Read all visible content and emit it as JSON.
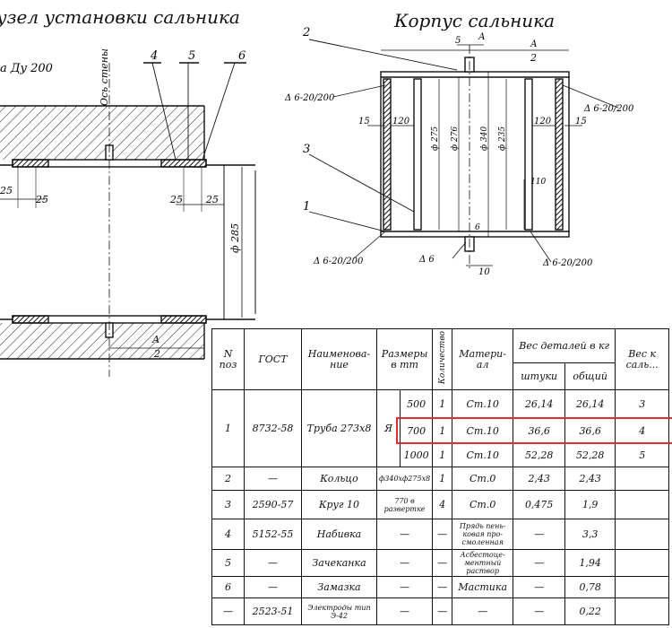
{
  "titles": {
    "left": "узел установки сальника",
    "right": "Корпус сальника"
  },
  "left_view": {
    "pipe_label": "а Ду 200",
    "axis_label": "Ось стены",
    "callouts": [
      "4",
      "5",
      "6"
    ],
    "dims": [
      "25",
      "25",
      "25",
      "25",
      "2",
      "ф 285"
    ],
    "section_label": "А"
  },
  "right_view": {
    "callouts": [
      "2",
      "3",
      "1"
    ],
    "dims_top": [
      "5",
      "А",
      "А",
      "2"
    ],
    "dims_side": [
      "15",
      "120",
      "120",
      "15"
    ],
    "diameters": [
      "ф 275",
      "ф 276",
      "ф 340",
      "ф 235"
    ],
    "dim_inner": "110",
    "dim_bottom": "10",
    "dim_bottom_left": "6",
    "welds": [
      "Δ 6-20/200",
      "Δ 6-20/200",
      "Δ 6-20/200",
      "Δ 6-20/200",
      "Δ 6"
    ]
  },
  "table": {
    "headers": {
      "pos": "N поз",
      "gost": "ГОСТ",
      "name": "Наименова- ние",
      "size": "Размеры в mm",
      "qty": "Количество",
      "material": "Матери- ал",
      "weight_group": "Вес деталей в кг",
      "weight_each": "штуки",
      "weight_total": "общий",
      "extra": "Вес к саль..."
    },
    "rows": [
      {
        "pos": "1",
        "gost": "8732-58",
        "name": "Труба 273x8",
        "size_code": "Я",
        "size": "500",
        "qty": "1",
        "material": "Ст.10",
        "each": "26,14",
        "total": "26,14",
        "extra": "3"
      },
      {
        "pos": "",
        "gost": "",
        "name": "",
        "size_code": "",
        "size": "700",
        "qty": "1",
        "material": "Ст.10",
        "each": "36,6",
        "total": "36,6",
        "extra": "4"
      },
      {
        "pos": "",
        "gost": "",
        "name": "",
        "size_code": "",
        "size": "1000",
        "qty": "1",
        "material": "Ст.10",
        "each": "52,28",
        "total": "52,28",
        "extra": "5"
      },
      {
        "pos": "2",
        "gost": "—",
        "name": "Кольцо",
        "size_code": "",
        "size": "ф340хф275х8",
        "qty": "1",
        "material": "Ст.0",
        "each": "2,43",
        "total": "2,43",
        "extra": ""
      },
      {
        "pos": "3",
        "gost": "2590-57",
        "name": "Круг 10",
        "size_code": "",
        "size": "770 в развертке",
        "qty": "4",
        "material": "Ст.0",
        "each": "0,475",
        "total": "1,9",
        "extra": ""
      },
      {
        "pos": "4",
        "gost": "5152-55",
        "name": "Набивка",
        "size_code": "",
        "size": "—",
        "qty": "—",
        "material": "Прядь пень- ковая про- смоленная",
        "each": "—",
        "total": "3,3",
        "extra": ""
      },
      {
        "pos": "5",
        "gost": "—",
        "name": "Зачеканка",
        "size_code": "",
        "size": "—",
        "qty": "—",
        "material": "Асбестоце- ментный раствор",
        "each": "—",
        "total": "1,94",
        "extra": ""
      },
      {
        "pos": "6",
        "gost": "—",
        "name": "Замазка",
        "size_code": "",
        "size": "—",
        "qty": "—",
        "material": "Мастика",
        "each": "—",
        "total": "0,78",
        "extra": ""
      },
      {
        "pos": "—",
        "gost": "2523-51",
        "name": "Электроды тип Э-42",
        "size_code": "",
        "size": "—",
        "qty": "—",
        "material": "—",
        "each": "—",
        "total": "0,22",
        "extra": ""
      }
    ]
  },
  "highlight_color": "#e03030"
}
